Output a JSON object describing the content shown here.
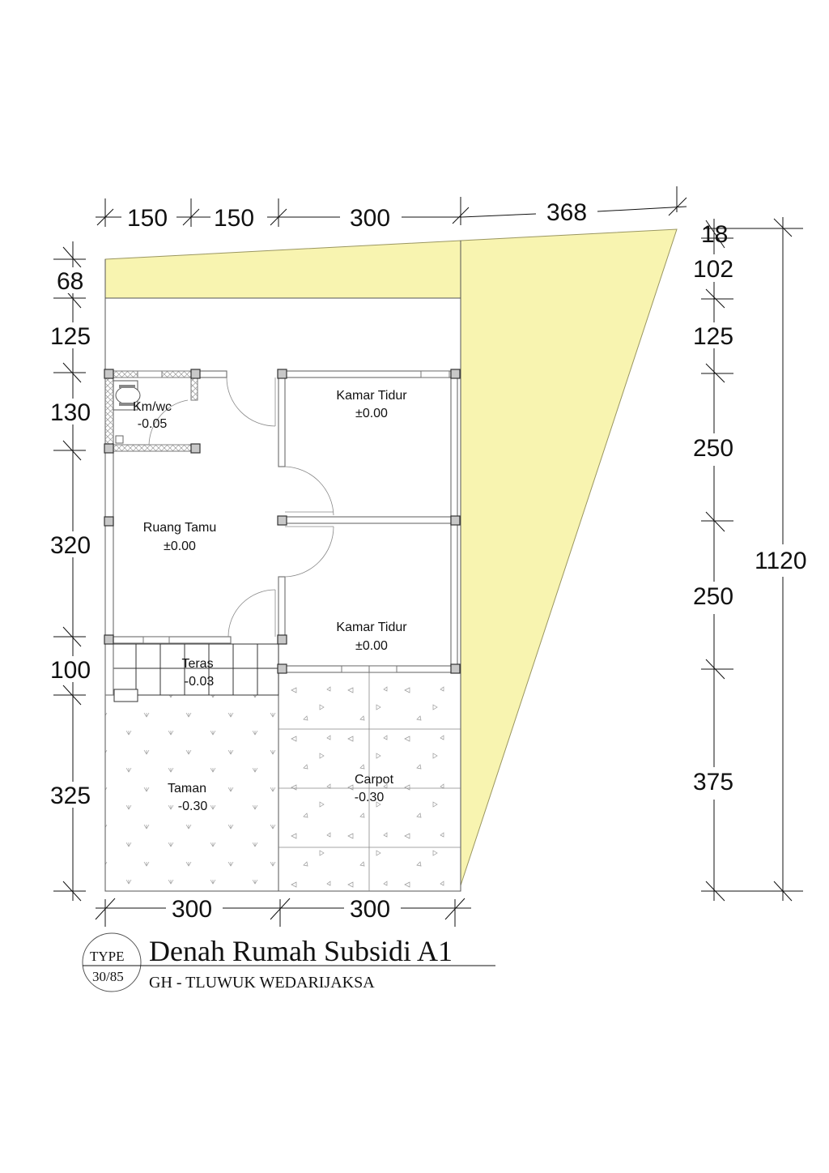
{
  "drawing": {
    "title": "Denah Rumah Subsidi A1",
    "subtitle": "GH - TLUWUK WEDARIJAKSA",
    "type_badge": {
      "label": "TYPE",
      "value": "30/85"
    },
    "colors": {
      "yard": "#f8f4b0",
      "line": "#111111",
      "wall": "#777777"
    }
  },
  "rooms": [
    {
      "name": "Km/wc",
      "level": "-0.05"
    },
    {
      "name": "Kamar Tidur",
      "level": "±0.00"
    },
    {
      "name": "Ruang Tamu",
      "level": "±0.00"
    },
    {
      "name": "Kamar Tidur",
      "level": "±0.00"
    },
    {
      "name": "Teras",
      "level": "-0.03"
    },
    {
      "name": "Taman",
      "level": "-0.30"
    },
    {
      "name": "Carpot",
      "level": "-0.30"
    }
  ],
  "dimensions": {
    "top": [
      "150",
      "150",
      "300",
      "368"
    ],
    "left": [
      "68",
      "125",
      "130",
      "320",
      "100",
      "325"
    ],
    "right": [
      "18",
      "102",
      "125",
      "250",
      "250",
      "375"
    ],
    "right_total": "1120",
    "bottom": [
      "300",
      "300"
    ]
  }
}
